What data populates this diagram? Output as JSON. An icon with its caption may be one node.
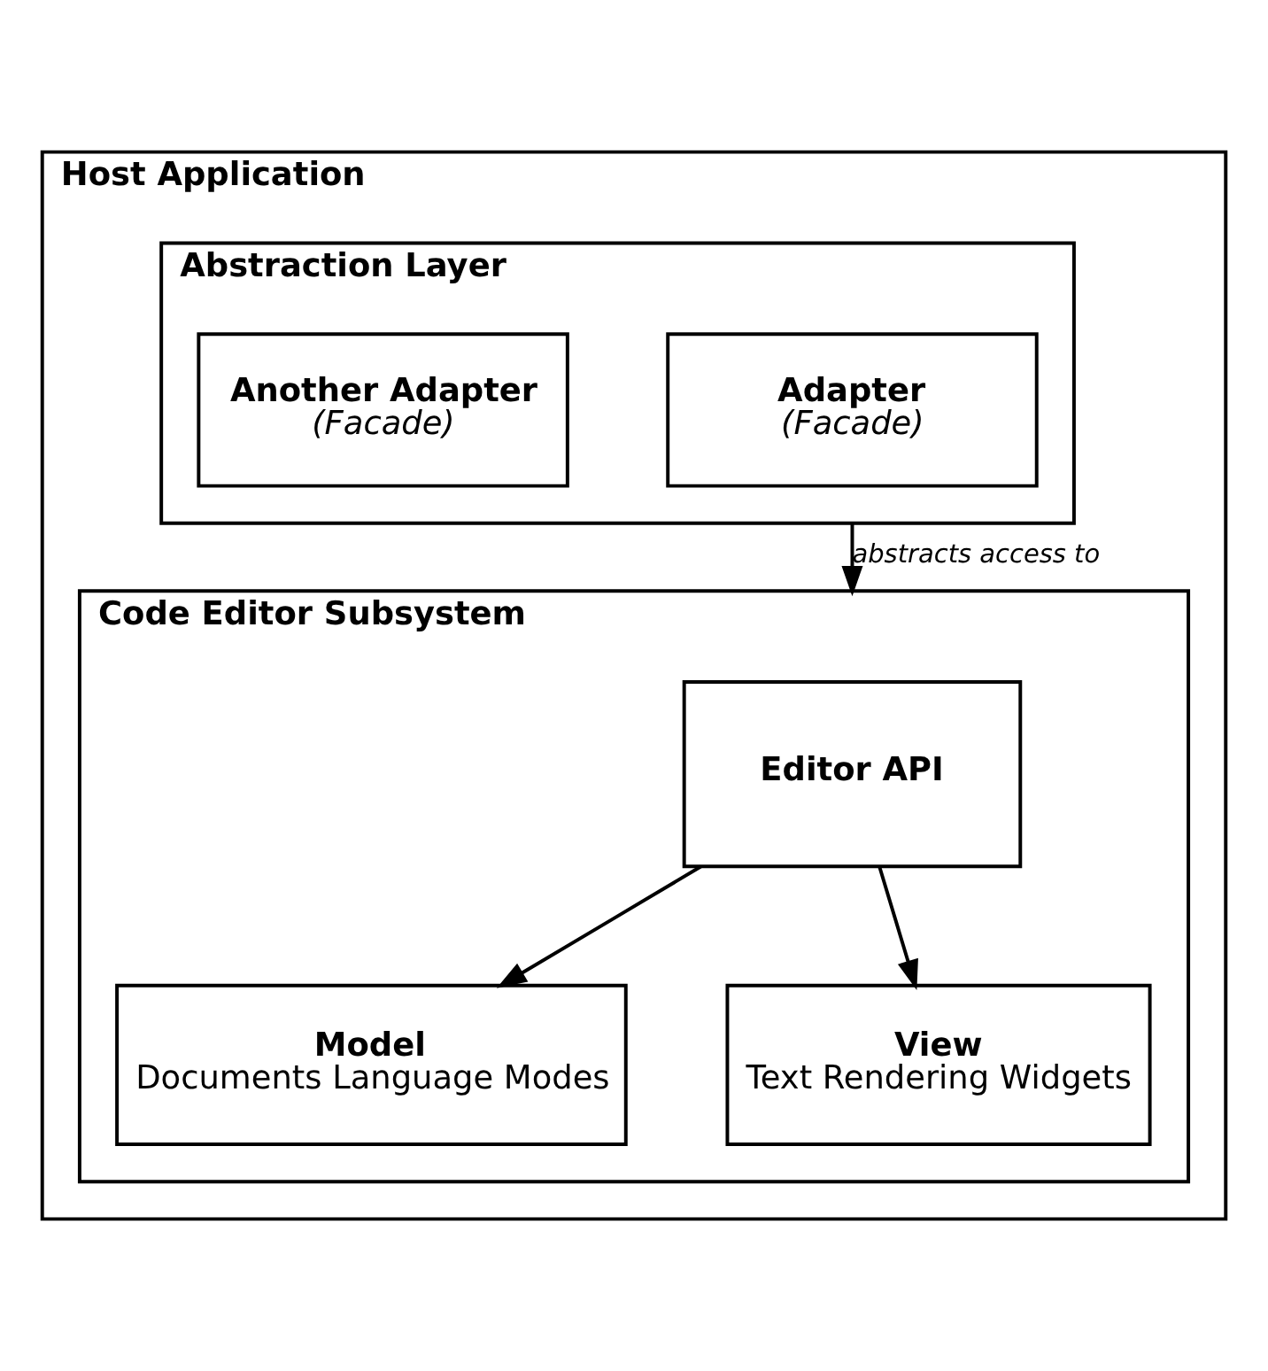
{
  "diagram": {
    "nodes": [
      {
        "text": [
          "Host Application"
        ]
      },
      {
        "text": [
          "Abstraction Layer"
        ],
        "in": 0
      },
      {
        "text": [
          "Adapter",
          "(Facade)"
        ],
        "in": 1
      },
      {
        "text": [
          "Another Adapter",
          "(Facade)"
        ],
        "in": 1
      },
      {
        "text": [
          "Code Editor Subsystem"
        ],
        "in": 0
      },
      {
        "text": [
          "Editor API"
        ],
        "in": 4
      },
      {
        "text": [
          "Model",
          "Documents Language Modes"
        ],
        "in": 4
      },
      {
        "text": [
          "View",
          "Text Rendering Widgets"
        ],
        "in": 4
      }
    ],
    "edges": [
      {
        "from": 1,
        "to": 4,
        "arrow": "to",
        "label": "abstracts access to"
      },
      {
        "from": 5,
        "to": 6,
        "arrow": "to"
      },
      {
        "from": 5,
        "to": 7,
        "arrow": "to"
      }
    ]
  }
}
